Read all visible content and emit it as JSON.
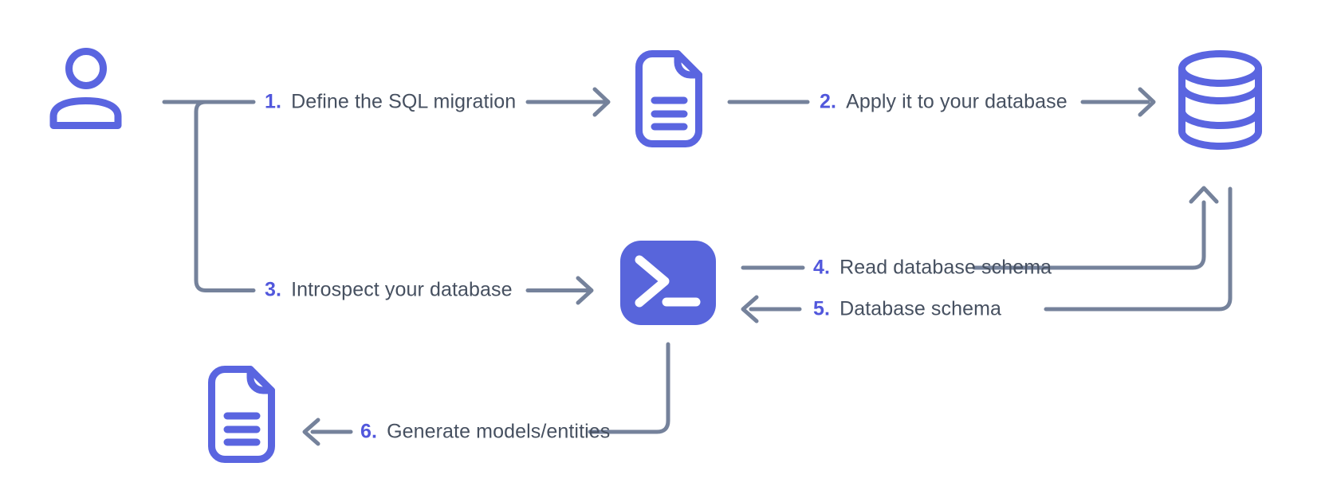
{
  "diagram": {
    "type": "flow-diagram",
    "background": "#ffffff",
    "colors": {
      "icon": "#5A65E0",
      "line": "#75829B",
      "text": "#465060",
      "number": "#5157DC",
      "terminal_fill": "#5865DB",
      "terminal_glyph": "#FFFFFF"
    },
    "nodes": [
      {
        "id": "user",
        "icon": "user-icon"
      },
      {
        "id": "migration-file",
        "icon": "file-text-icon"
      },
      {
        "id": "database",
        "icon": "database-icon"
      },
      {
        "id": "terminal",
        "icon": "terminal-icon"
      },
      {
        "id": "models-file",
        "icon": "file-text-icon"
      }
    ],
    "steps": [
      {
        "num": "1.",
        "label": "Define the SQL migration",
        "from": "user",
        "to": "migration-file"
      },
      {
        "num": "2.",
        "label": "Apply it to your database",
        "from": "migration-file",
        "to": "database"
      },
      {
        "num": "3.",
        "label": "Introspect your database",
        "from": "user",
        "to": "terminal"
      },
      {
        "num": "4.",
        "label": "Read database schema",
        "from": "terminal",
        "to": "database"
      },
      {
        "num": "5.",
        "label": "Database schema",
        "from": "database",
        "to": "terminal"
      },
      {
        "num": "6.",
        "label": "Generate models/entities",
        "from": "terminal",
        "to": "models-file"
      }
    ]
  }
}
